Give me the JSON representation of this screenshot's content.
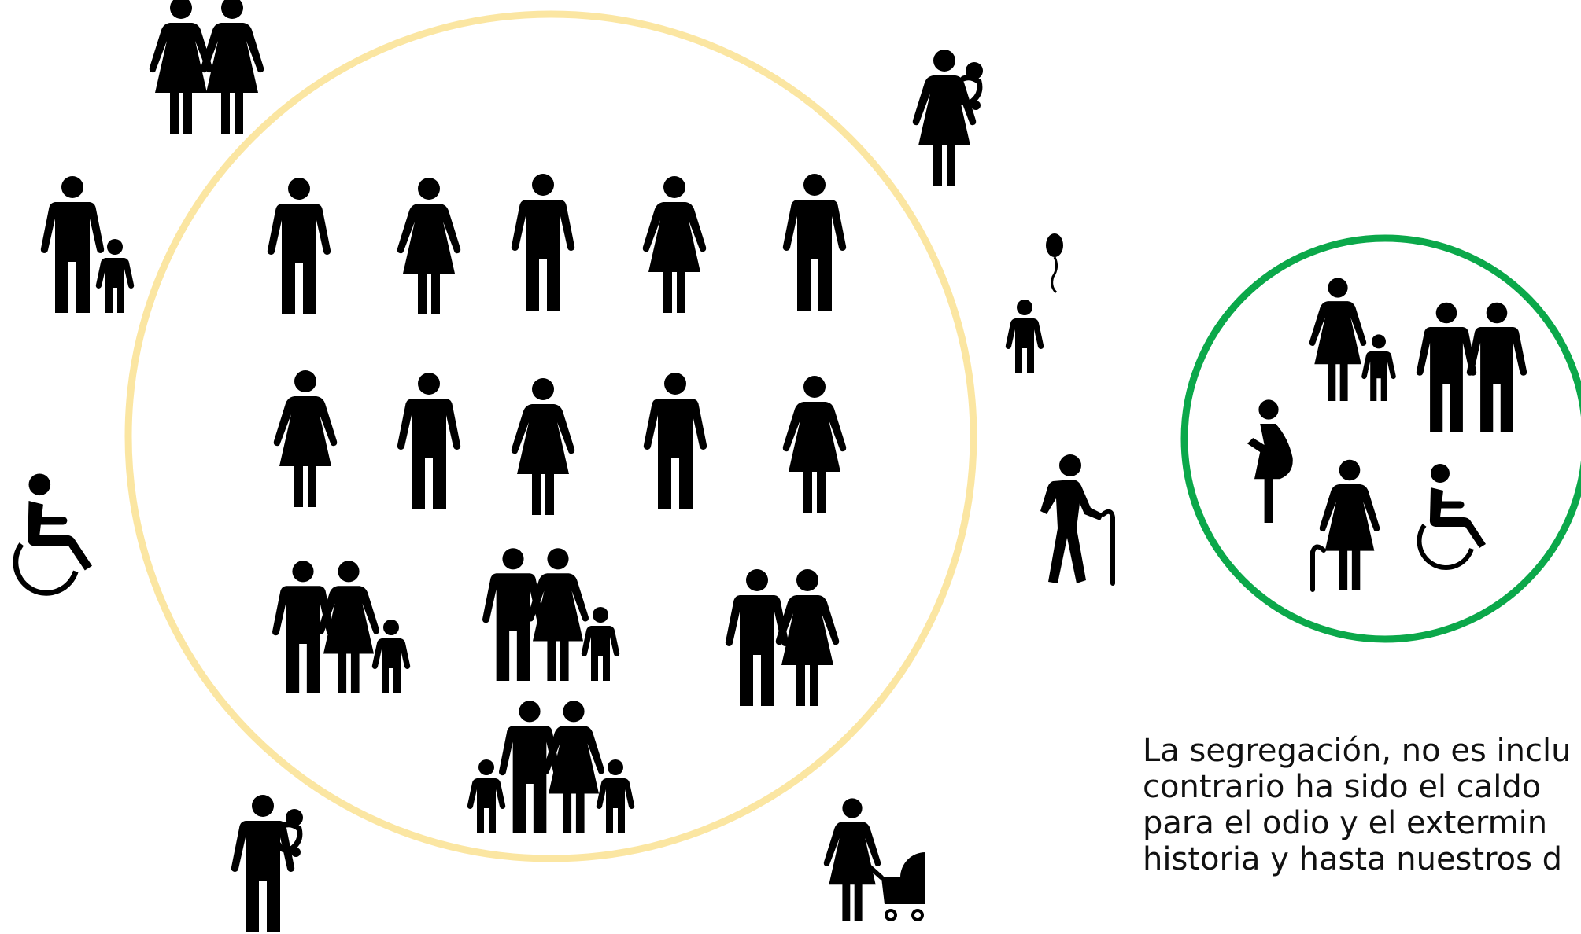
{
  "colors": {
    "mainstream_circle": "#fbe6a2",
    "inclusion_circle": "#0ba84a",
    "figure": "#000000",
    "caption_text": "#111111"
  },
  "icons": {
    "outside": [
      "two-women-icon",
      "adult-with-child-icon",
      "wheelchair-user-icon",
      "adult-carrying-baby-icon",
      "woman-carrying-baby-icon",
      "child-with-balloon-icon",
      "elderly-with-cane-icon",
      "woman-with-stroller-icon"
    ],
    "mainstream_group": [
      "man-icon",
      "woman-icon",
      "couple-icon",
      "family-icon"
    ],
    "inclusion_group": [
      "adult-with-child-icon",
      "two-men-icon",
      "pregnant-woman-icon",
      "elderly-woman-with-cane-icon",
      "wheelchair-user-icon"
    ]
  },
  "caption": {
    "line1": "La segregación, no es inclu",
    "line2": "contrario ha sido el caldo",
    "line3": "para el odio y el extermin",
    "line4": "historia y hasta nuestros d"
  }
}
